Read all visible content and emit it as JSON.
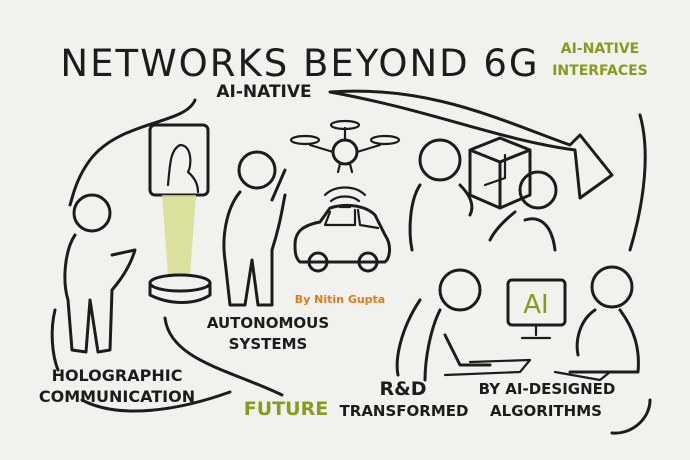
{
  "title": "NETWORKS BEYOND 6G",
  "labels": {
    "ai_native": "AI-NATIVE",
    "ai_native_interfaces_1": "AI-NATIVE",
    "ai_native_interfaces_2": "INTERFACES",
    "author": "By Nitin Gupta",
    "autonomous_1": "AUTONOMOUS",
    "autonomous_2": "SYSTEMS",
    "holographic_1": "HOLOGRAPHIC",
    "holographic_2": "COMMUNICATION",
    "future": "FUTURE",
    "rd_1": "R&D",
    "rd_2": "TRANSFORMED",
    "algo_1": "BY AI-DESIGNED",
    "algo_2": "ALGORITHMS",
    "screen_text": "AI"
  },
  "colors": {
    "ink": "#1c1c1c",
    "accent_green": "#8a9a1e",
    "author_orange": "#e07b1a",
    "background": "#f1f1ee"
  },
  "icons": [
    "person-figure",
    "hologram-projector",
    "drone",
    "wifi-signal",
    "car",
    "cube",
    "computer-monitor",
    "arrow"
  ]
}
